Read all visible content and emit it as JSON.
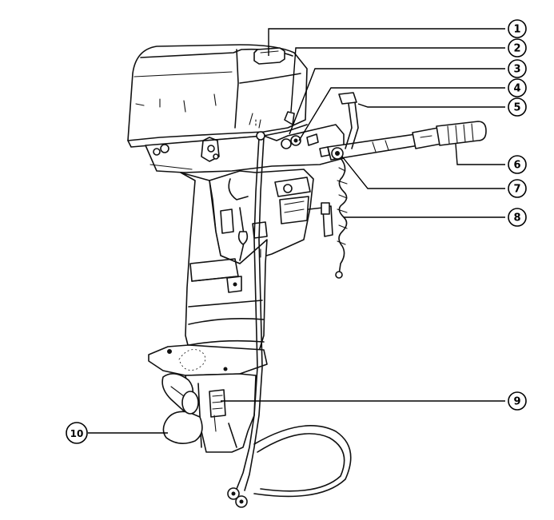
{
  "callouts": [
    {
      "id": 1,
      "label": "①"
    },
    {
      "id": 2,
      "label": "②"
    },
    {
      "id": 3,
      "label": "③"
    },
    {
      "id": 4,
      "label": "④"
    },
    {
      "id": 5,
      "label": "⑤"
    },
    {
      "id": 6,
      "label": "⑥"
    },
    {
      "id": 7,
      "label": "⑦"
    },
    {
      "id": 8,
      "label": "⑧"
    },
    {
      "id": 9,
      "label": "⑨"
    },
    {
      "id": 10,
      "label": "⑩"
    }
  ]
}
